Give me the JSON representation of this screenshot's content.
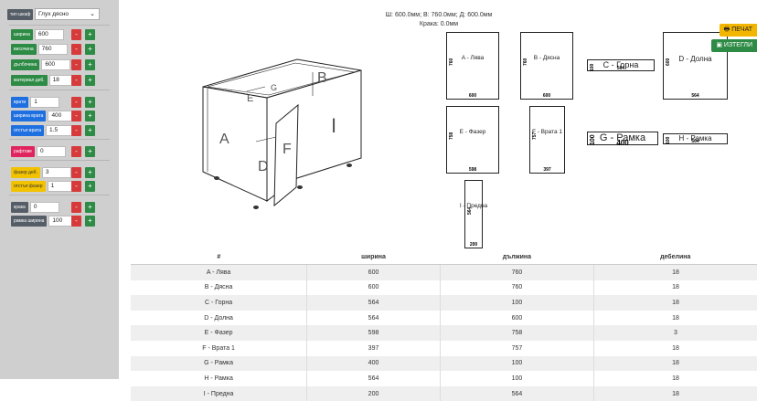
{
  "sidebar": {
    "type_label": "тип шкаф",
    "type_value": "Глух дясно",
    "fields": [
      {
        "label": "ширина",
        "value": "600",
        "color": "green"
      },
      {
        "label": "височина",
        "value": "760",
        "color": "green"
      },
      {
        "label": "дълбочина",
        "value": "600",
        "color": "green"
      },
      {
        "label": "материал деб.",
        "value": "18",
        "color": "green"
      },
      {
        "label": "врати",
        "value": "1",
        "color": "blue"
      },
      {
        "label": "ширина врата",
        "value": "400",
        "color": "blue"
      },
      {
        "label": "отстъп врата",
        "value": "1.5",
        "color": "blue"
      },
      {
        "label": "рафтове",
        "value": "0",
        "color": "red"
      },
      {
        "label": "фазер деб.",
        "value": "3",
        "color": "yellow"
      },
      {
        "label": "отстъп фазер",
        "value": "1",
        "color": "yellow"
      },
      {
        "label": "крака",
        "value": "0",
        "color": "gray"
      },
      {
        "label": "рамка ширина",
        "value": "100",
        "color": "gray"
      }
    ],
    "minus": "-",
    "plus": "+"
  },
  "summary": {
    "line1": "Ш: 600.0мм; В: 760.0мм; Д: 600.0мм",
    "line2": "Крака: 0.0мм"
  },
  "buttons": {
    "print": "ПЕЧАТ",
    "export": "ИЗТЕГЛИ"
  },
  "drawing_labels": {
    "A": "A",
    "B": "B",
    "E": "E",
    "G": "G",
    "F": "F",
    "D": "D",
    "I": "I"
  },
  "parts": [
    {
      "name": "A - Лява",
      "w": "600",
      "h": "760"
    },
    {
      "name": "B - Дясна",
      "w": "600",
      "h": "760"
    },
    {
      "name": "C - Горна",
      "w": "564",
      "h": "100"
    },
    {
      "name": "D - Долна",
      "w": "564",
      "h": "600"
    },
    {
      "name": "E - Фазер",
      "w": "598",
      "h": "758"
    },
    {
      "name": "F - Врата 1",
      "w": "397",
      "h": "757"
    },
    {
      "name": "G - Рамка",
      "w": "400",
      "h": "100"
    },
    {
      "name": "H - Рамка",
      "w": "564",
      "h": "100"
    },
    {
      "name": "I - Предна",
      "w": "200",
      "h": "564"
    }
  ],
  "table": {
    "headers": [
      "#",
      "ширина",
      "дължина",
      "дебелина"
    ],
    "rows": [
      [
        "A - Лява",
        "600",
        "760",
        "18"
      ],
      [
        "B - Дясна",
        "600",
        "760",
        "18"
      ],
      [
        "C - Горна",
        "564",
        "100",
        "18"
      ],
      [
        "D - Долна",
        "564",
        "600",
        "18"
      ],
      [
        "E - Фазер",
        "598",
        "758",
        "3"
      ],
      [
        "F - Врата 1",
        "397",
        "757",
        "18"
      ],
      [
        "G - Рамка",
        "400",
        "100",
        "18"
      ],
      [
        "H - Рамка",
        "564",
        "100",
        "18"
      ],
      [
        "I - Предна",
        "200",
        "564",
        "18"
      ]
    ]
  }
}
